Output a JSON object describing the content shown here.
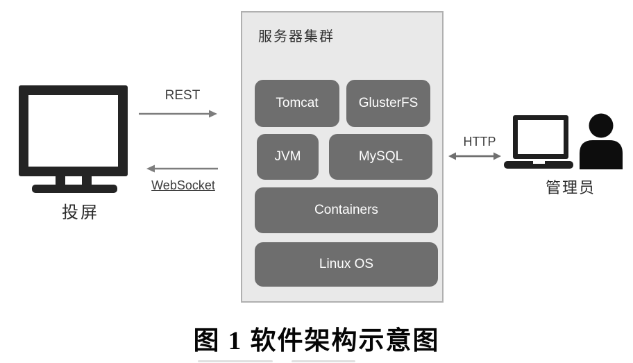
{
  "diagram": {
    "left_node": {
      "label": "投屏",
      "icon": "monitor"
    },
    "connections": {
      "rest": {
        "label": "REST",
        "direction": "right"
      },
      "websocket": {
        "label": "WebSocket",
        "direction": "left"
      },
      "http": {
        "label": "HTTP",
        "direction": "both"
      }
    },
    "server_box": {
      "title": "服务器集群",
      "blocks": [
        {
          "label": "Tomcat"
        },
        {
          "label": "GlusterFS"
        },
        {
          "label": "JVM"
        },
        {
          "label": "MySQL"
        },
        {
          "label": "Containers"
        },
        {
          "label": "Linux OS"
        }
      ]
    },
    "right_node": {
      "label": "管理员",
      "icons": [
        "laptop",
        "person"
      ]
    }
  },
  "caption": {
    "text": "图 1 软件架构示意图"
  },
  "colors": {
    "block_fill": "#6e6e6e",
    "block_text": "#ffffff",
    "box_fill": "#e9e9e9",
    "box_border": "#b0b0b0",
    "arrow": "#7d7d7d",
    "icon": "#222222",
    "label_text": "#3c3c3c"
  }
}
